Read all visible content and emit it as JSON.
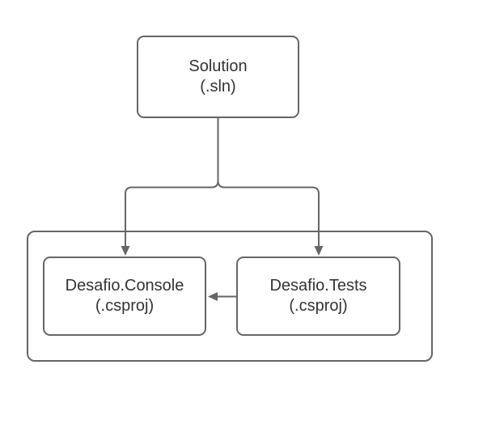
{
  "diagram": {
    "background_color": "#ffffff",
    "stroke_color": "#666666",
    "text_color": "#333333",
    "nodes": {
      "solution": {
        "line1": "Solution",
        "line2": "(.sln)"
      },
      "console": {
        "line1": "Desafio.Console",
        "line2": "(.csproj)"
      },
      "tests": {
        "line1": "Desafio.Tests",
        "line2": "(.csproj)"
      }
    },
    "edges": [
      {
        "from": "solution",
        "to": "console",
        "style": "orthogonal-arrow"
      },
      {
        "from": "solution",
        "to": "tests",
        "style": "orthogonal-arrow"
      },
      {
        "from": "tests",
        "to": "console",
        "style": "straight-arrow"
      }
    ]
  }
}
